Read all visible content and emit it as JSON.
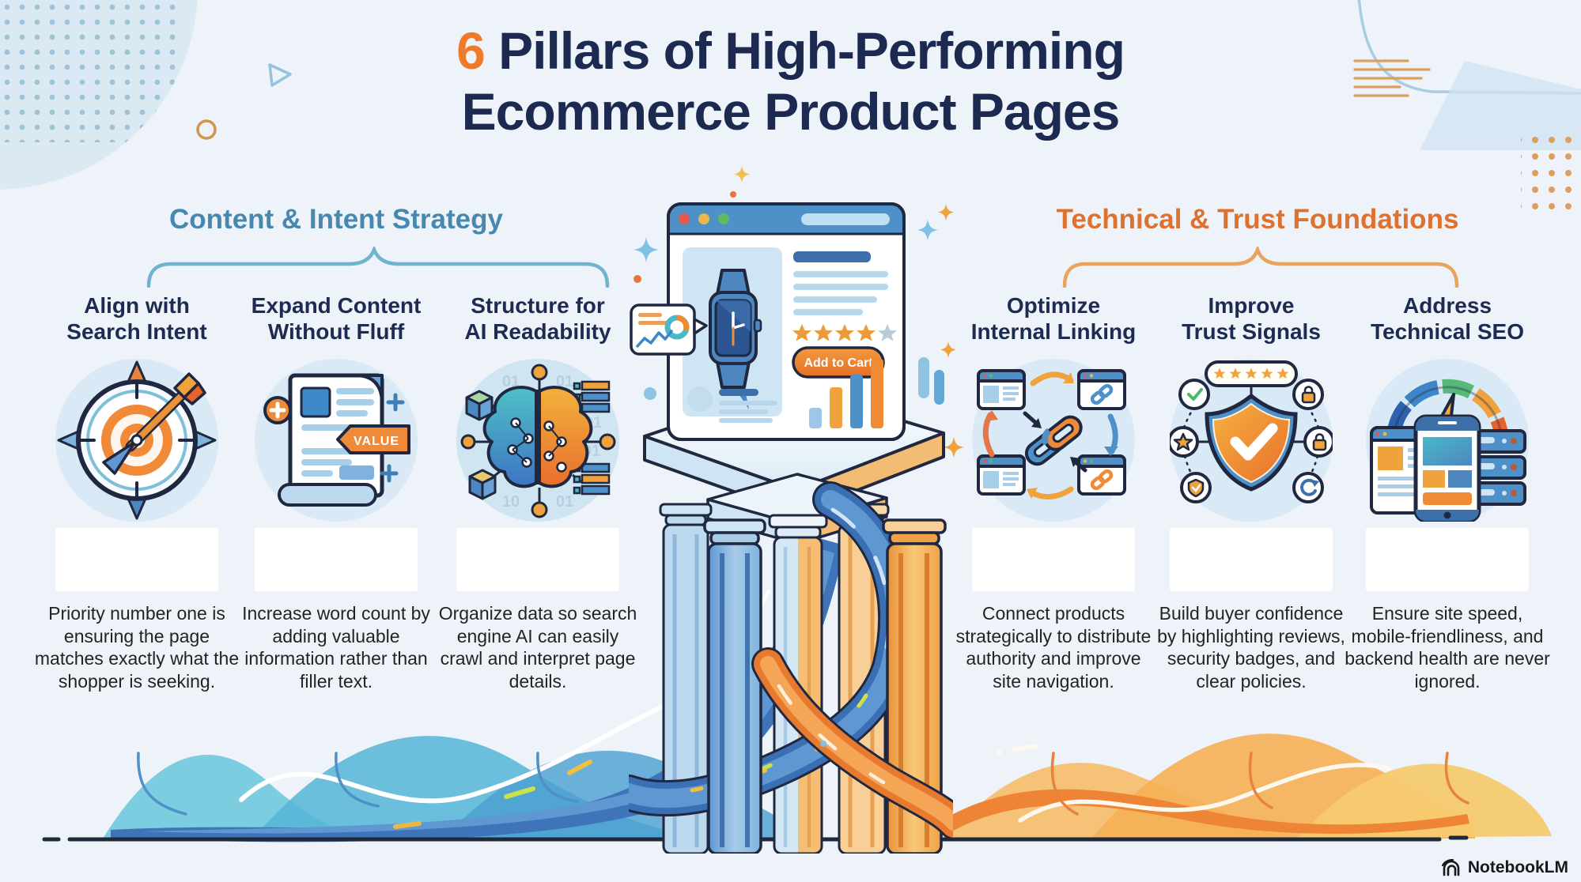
{
  "title": {
    "number": "6",
    "line1_rest": " Pillars of High-Performing",
    "line2": "Ecommerce Product Pages"
  },
  "groups": [
    {
      "label": "Content & Intent Strategy",
      "color": "#4788b1"
    },
    {
      "label": "Technical & Trust Foundations",
      "color": "#e0702d"
    }
  ],
  "pillars": [
    {
      "title_line1": "Align with",
      "title_line2": "Search Intent",
      "icon": "compass-target-icon",
      "description": "Priority number one is ensuring the page matches exactly what the shopper is seeking."
    },
    {
      "title_line1": "Expand Content",
      "title_line2": "Without Fluff",
      "icon": "document-value-icon",
      "description": "Increase word count by adding valuable information rather than filler text."
    },
    {
      "title_line1": "Structure for",
      "title_line2": "AI Readability",
      "icon": "ai-brain-icon",
      "description": "Organize data so search engine AI can easily crawl and interpret page details."
    },
    {
      "title_line1": "Optimize",
      "title_line2": "Internal Linking",
      "icon": "internal-linking-icon",
      "description": "Connect products strategically to distribute authority and improve site navigation."
    },
    {
      "title_line1": "Improve",
      "title_line2": "Trust Signals",
      "icon": "trust-shield-icon",
      "description": "Build buyer confidence by highlighting reviews, security badges, and clear policies."
    },
    {
      "title_line1": "Address",
      "title_line2": "Technical SEO",
      "icon": "site-speed-icon",
      "description": "Ensure site speed, mobile-friendliness, and backend health are never ignored."
    }
  ],
  "product_card": {
    "add_to_cart_label": "Add to Cart",
    "rating_filled": 4,
    "rating_total": 5
  },
  "value_tag_label": "VALUE",
  "brain_digits": [
    "01",
    "01",
    "01",
    "01",
    "10",
    "01"
  ],
  "footer": {
    "brand": "NotebookLM"
  },
  "colors": {
    "accent_orange": "#ee7b2c",
    "navy": "#1c2950",
    "steel_blue": "#4788b1",
    "light_circle": "#d9e9f5",
    "wave_blue": "#3f74b8",
    "wave_teal": "#58b9d6",
    "wave_orange": "#f0a23c",
    "background": "#edf3f8"
  }
}
